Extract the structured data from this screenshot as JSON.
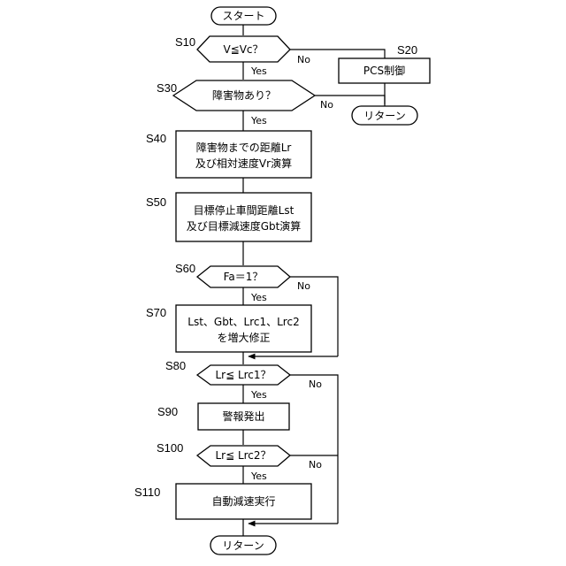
{
  "terminals": {
    "start": "スタート",
    "return_side": "リターン",
    "return_end": "リターン"
  },
  "steps": {
    "s10": {
      "label": "S10",
      "text": [
        "V≦Vc？"
      ]
    },
    "s20": {
      "label": "S20",
      "text": [
        "PCS制御"
      ]
    },
    "s30": {
      "label": "S30",
      "text": [
        "障害物あり？"
      ]
    },
    "s40": {
      "label": "S40",
      "text": [
        "障害物までの距離Lr",
        "及び相対速度Vr演算"
      ]
    },
    "s50": {
      "label": "S50",
      "text": [
        "目標停止車間距離Lst",
        "及び目標減速度Gbt演算"
      ]
    },
    "s60": {
      "label": "S60",
      "text": [
        "Fa＝1？"
      ]
    },
    "s70": {
      "label": "S70",
      "text": [
        "Lst、Gbt、Lrc1、Lrc2",
        "を増大修正"
      ]
    },
    "s80": {
      "label": "S80",
      "text": [
        "Lr≦ Lrc1？"
      ]
    },
    "s90": {
      "label": "S90",
      "text": [
        "警報発出"
      ]
    },
    "s100": {
      "label": "S100",
      "text": [
        "Lr≦ Lrc2？"
      ]
    },
    "s110": {
      "label": "S110",
      "text": [
        "自動減速実行"
      ]
    }
  },
  "branches": {
    "yes": "Yes",
    "no": "No"
  }
}
